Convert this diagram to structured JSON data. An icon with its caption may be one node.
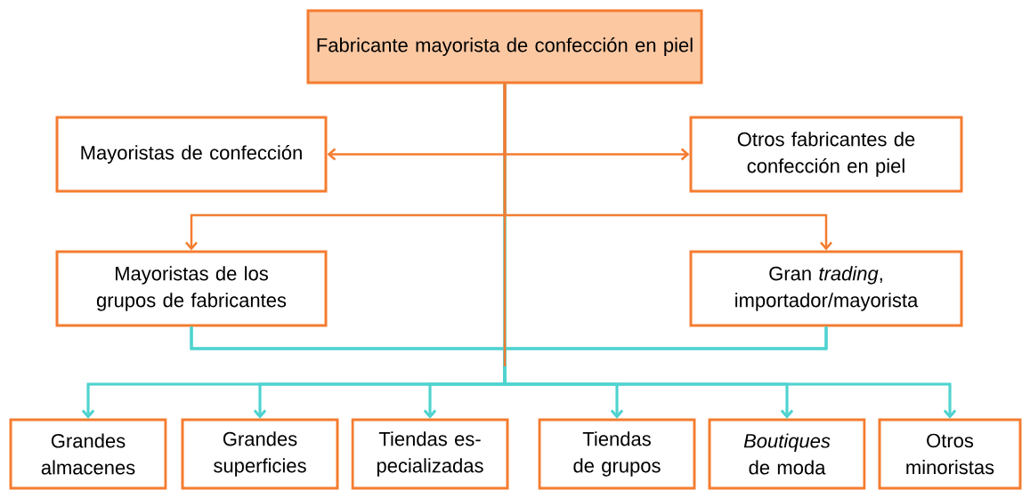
{
  "diagram": {
    "nodes": [
      {
        "text": [
          "Fabricante mayorista de confección en piel"
        ]
      },
      {
        "text": [
          "Mayoristas de confección"
        ]
      },
      {
        "text": [
          "Otros fabricantes de confección en piel"
        ]
      },
      {
        "text": [
          "Mayoristas de los grupos de fabricantes"
        ]
      },
      {
        "text": [
          "Gran *trading*, importador/mayorista"
        ]
      },
      {
        "text": [
          "Grandes almacenes"
        ]
      },
      {
        "text": [
          "Grandes superficies"
        ]
      },
      {
        "text": [
          "Tiendas es- pecializadas"
        ]
      },
      {
        "text": [
          "Tiendas de grupos"
        ]
      },
      {
        "text": [
          "*Boutiques* de moda"
        ]
      },
      {
        "text": [
          "Otros minoristas"
        ]
      }
    ],
    "edges": [
      {
        "from": 0,
        "to": 1,
        "arrow": "to",
        "color": "#f47c30"
      },
      {
        "from": 0,
        "to": 2,
        "arrow": "to",
        "color": "#f47c30"
      },
      {
        "from": 0,
        "to": 3,
        "arrow": "to",
        "color": "#f47c30"
      },
      {
        "from": 0,
        "to": 4,
        "arrow": "to",
        "color": "#f47c30"
      },
      {
        "from": 0,
        "to": 5,
        "arrow": "to"
      },
      {
        "from": 0,
        "to": 6,
        "arrow": "to"
      },
      {
        "from": 0,
        "to": 7,
        "arrow": "to"
      },
      {
        "from": 0,
        "to": 8,
        "arrow": "to"
      },
      {
        "from": 0,
        "to": 9,
        "arrow": "to"
      },
      {
        "from": 0,
        "to": 10,
        "arrow": "to"
      },
      {
        "from": 3,
        "to": 5,
        "arrow": "to"
      },
      {
        "from": 3,
        "to": 6,
        "arrow": "to"
      },
      {
        "from": 3,
        "to": 7,
        "arrow": "to"
      },
      {
        "from": 3,
        "to": 8,
        "arrow": "to"
      },
      {
        "from": 3,
        "to": 9,
        "arrow": "to"
      },
      {
        "from": 3,
        "to": 10,
        "arrow": "to"
      },
      {
        "from": 4,
        "to": 5,
        "arrow": "to"
      },
      {
        "from": 4,
        "to": 6,
        "arrow": "to"
      },
      {
        "from": 4,
        "to": 7,
        "arrow": "to"
      },
      {
        "from": 4,
        "to": 8,
        "arrow": "to"
      },
      {
        "from": 4,
        "to": 9,
        "arrow": "to"
      },
      {
        "from": 4,
        "to": 10,
        "arrow": "to"
      }
    ]
  }
}
